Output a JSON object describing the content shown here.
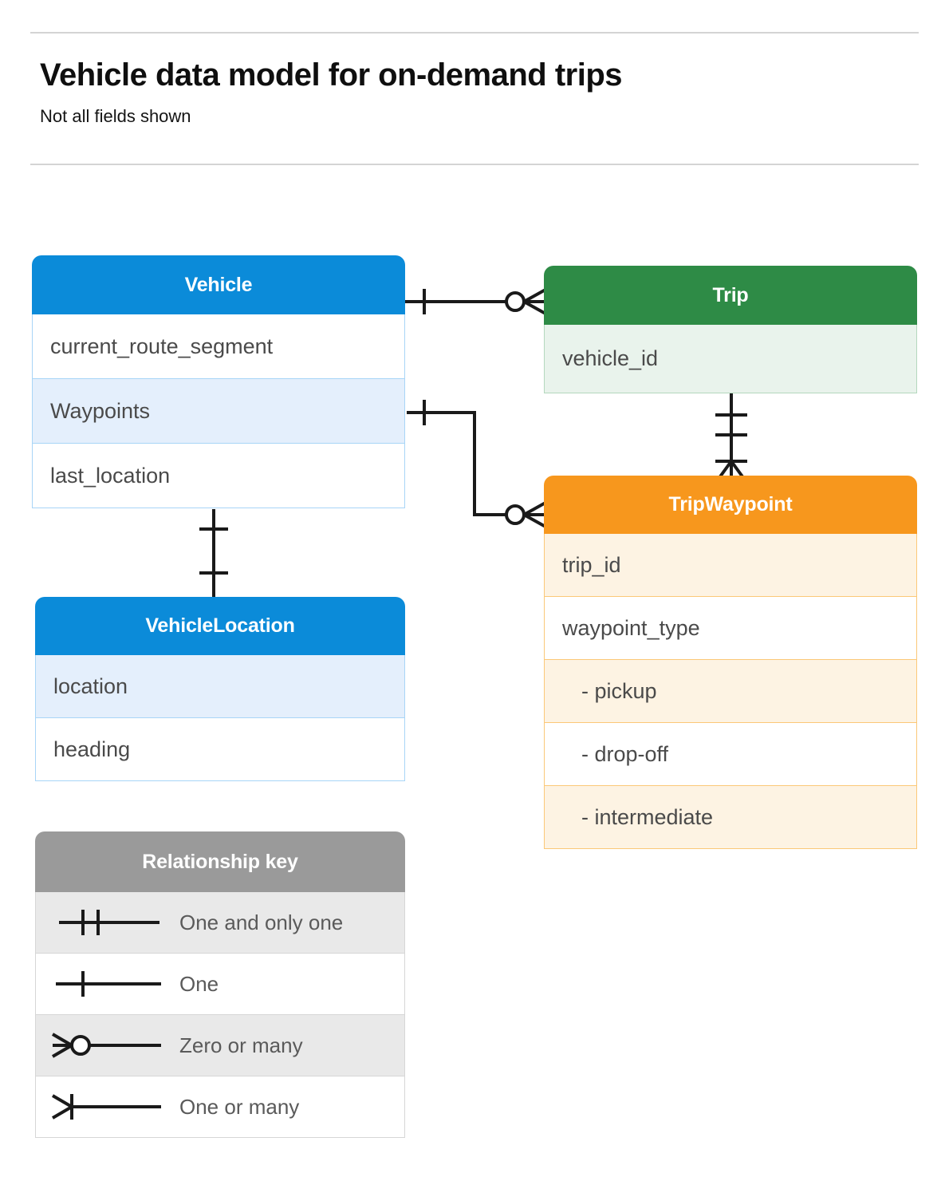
{
  "header": {
    "title": "Vehicle data model for on-demand trips",
    "subtitle": "Not all fields shown"
  },
  "colors": {
    "blue": "#0b8bd9",
    "blue_row_fill": "#e4effc",
    "blue_border": "#a8d5f7",
    "green": "#2e8b46",
    "green_row_fill": "#e9f3ec",
    "green_border": "#b4d8be",
    "orange": "#f7971d",
    "orange_row_fill": "#fdf3e3",
    "orange_border": "#fbc878",
    "gray": "#9a9a9a",
    "gray_row_fill": "#e9e9e9",
    "line": "#1a1a1a"
  },
  "entities": {
    "vehicle": {
      "name": "Vehicle",
      "fields": [
        {
          "label": "current_route_segment",
          "highlight": false
        },
        {
          "label": "Waypoints",
          "highlight": true
        },
        {
          "label": "last_location",
          "highlight": false
        }
      ]
    },
    "trip": {
      "name": "Trip",
      "fields": [
        {
          "label": "vehicle_id",
          "highlight": true
        }
      ]
    },
    "trip_waypoint": {
      "name": "TripWaypoint",
      "fields": [
        {
          "label": "trip_id",
          "highlight": true,
          "sub": false
        },
        {
          "label": "waypoint_type",
          "highlight": false,
          "sub": false
        },
        {
          "label": "-  pickup",
          "highlight": true,
          "sub": true
        },
        {
          "label": "-  drop-off",
          "highlight": false,
          "sub": true
        },
        {
          "label": "-  intermediate",
          "highlight": true,
          "sub": true
        }
      ]
    },
    "vehicle_location": {
      "name": "VehicleLocation",
      "fields": [
        {
          "label": "location",
          "highlight": true
        },
        {
          "label": "heading",
          "highlight": false
        }
      ]
    }
  },
  "legend": {
    "title": "Relationship key",
    "items": [
      {
        "label": "One and only one",
        "symbol": "one-and-only-one-symbol",
        "highlight": true
      },
      {
        "label": "One",
        "symbol": "one-symbol",
        "highlight": false
      },
      {
        "label": "Zero or many",
        "symbol": "zero-or-many-symbol",
        "highlight": true
      },
      {
        "label": "One or many",
        "symbol": "one-or-many-symbol",
        "highlight": false
      }
    ]
  },
  "relationships": [
    {
      "from": "Vehicle",
      "to": "Trip",
      "from_cardinality": "One",
      "to_cardinality": "Zero or many"
    },
    {
      "from": "Vehicle.Waypoints",
      "to": "TripWaypoint",
      "from_cardinality": "One",
      "to_cardinality": "Zero or many"
    },
    {
      "from": "Trip",
      "to": "TripWaypoint",
      "from_cardinality": "One and only one",
      "to_cardinality": "One or many"
    },
    {
      "from": "Vehicle",
      "to": "VehicleLocation",
      "from_cardinality": "One",
      "to_cardinality": "One"
    }
  ]
}
